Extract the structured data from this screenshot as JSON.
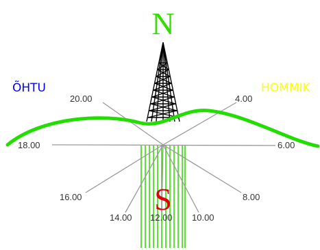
{
  "compass": {
    "north": "N",
    "south": "S",
    "evening": "ÕHTU",
    "morning": "HOMMIK"
  },
  "hour_labels": [
    "20.00",
    "18.00",
    "16.00",
    "14.00",
    "12.00",
    "10.00",
    "8.00",
    "6.00",
    "4.00"
  ],
  "colors": {
    "north": "#33dd00",
    "south": "#dd0000",
    "evening": "#0000ff",
    "morning": "#ffff00",
    "horizon": "#22dd00",
    "hour_lines": "#999999",
    "tower": "#000000",
    "shadow_stripes": "#33dd00"
  }
}
